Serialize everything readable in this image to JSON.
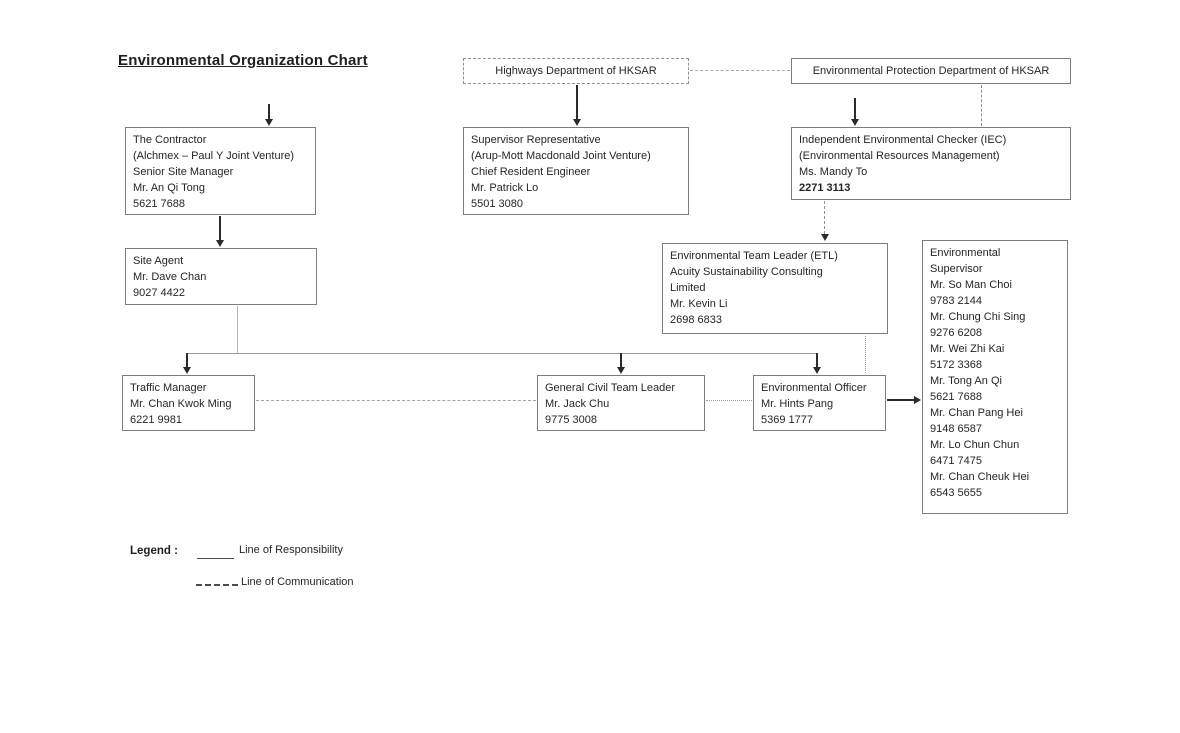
{
  "title": "Environmental Organization Chart",
  "colors": {
    "text": "#262626",
    "line_of_responsibility": "#2b2b2b",
    "line_of_communication": "#9d9d9d",
    "box_border": "#7d7d7d"
  },
  "boxes": {
    "highways_dept": {
      "lines": [
        "Highways Department of HKSAR"
      ]
    },
    "epd": {
      "lines": [
        "Environmental Protection Department of HKSAR"
      ]
    },
    "contractor": {
      "lines": [
        "The Contractor",
        "(Alchmex – Paul Y Joint Venture)",
        "Senior Site Manager",
        "Mr. An Qi Tong",
        "5621 7688"
      ]
    },
    "supervisor_rep": {
      "lines": [
        "Supervisor Representative",
        "(Arup-Mott Macdonald Joint Venture)",
        "Chief Resident Engineer",
        "Mr. Patrick Lo",
        "5501 3080"
      ]
    },
    "iec": {
      "lines": [
        "Independent Environmental Checker (IEC)",
        "(Environmental Resources Management)",
        "Ms. Mandy To",
        "2271 3113"
      ]
    },
    "site_agent": {
      "lines": [
        "Site Agent",
        "Mr. Dave Chan",
        "9027 4422"
      ]
    },
    "etl": {
      "lines": [
        "Environmental Team Leader (ETL)",
        "Acuity Sustainability Consulting",
        "Limited",
        "Mr. Kevin Li",
        "2698 6833"
      ]
    },
    "env_supervisor": {
      "lines": [
        "Environmental",
        "Supervisor",
        "Mr. So Man Choi",
        "9783 2144",
        "Mr. Chung Chi Sing",
        "9276 6208",
        "Mr. Wei Zhi Kai",
        "5172 3368",
        "Mr. Tong An Qi",
        "5621 7688",
        "Mr. Chan Pang Hei",
        "9148 6587",
        "Mr. Lo Chun Chun",
        "6471 7475",
        "Mr. Chan Cheuk Hei",
        "6543 5655"
      ]
    },
    "traffic_manager": {
      "lines": [
        "Traffic Manager",
        "Mr. Chan Kwok Ming",
        "6221 9981"
      ]
    },
    "general_civil_team_leader": {
      "lines": [
        "General Civil Team Leader",
        "Mr. Jack Chu",
        "9775 3008"
      ]
    },
    "env_officer": {
      "lines": [
        "Environmental Officer",
        "Mr. Hints Pang",
        "5369 1777"
      ]
    }
  },
  "legend": {
    "label": "Legend :",
    "responsibility": "Line of Responsibility",
    "communication": "Line of Communication"
  }
}
